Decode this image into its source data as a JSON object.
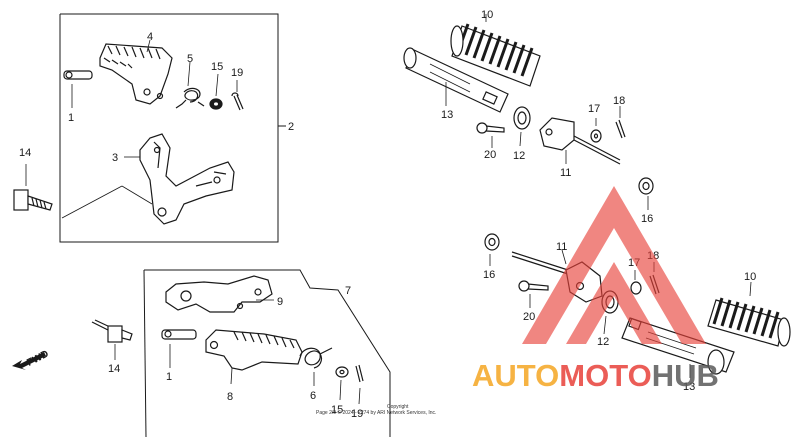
{
  "callouts": {
    "c10a": "10",
    "c4": "4",
    "c5": "5",
    "c15a": "15",
    "c19a": "19",
    "c1a": "1",
    "c2": "2",
    "c3": "3",
    "c14a": "14",
    "c13a": "13",
    "c20a": "20",
    "c12a": "12",
    "c17a": "17",
    "c18a": "18",
    "c11a": "11",
    "c16a": "16",
    "c16b": "16",
    "c11b": "11",
    "c17b": "17",
    "c18b": "18",
    "c10b": "10",
    "c7": "7",
    "c9": "9",
    "c1b": "1",
    "c14b": "14",
    "c20b": "20",
    "c12b": "12",
    "c13b": "13",
    "c8": "8",
    "c6": "6",
    "c15b": "15",
    "c19b": "19"
  },
  "fwd_label": "FWD",
  "copyright": [
    "Copyright",
    "Page 2/9 © 2024 - 2274 by ARI Network Services, Inc."
  ],
  "watermark": {
    "part1": "AUTO",
    "part2": "MOTO",
    "part3": "HUB"
  },
  "colors": {
    "line": "#1a1a1a",
    "watermark_red": "#e8413a",
    "watermark_orange": "#f5a623",
    "watermark_gray": "#5a5a5a"
  }
}
